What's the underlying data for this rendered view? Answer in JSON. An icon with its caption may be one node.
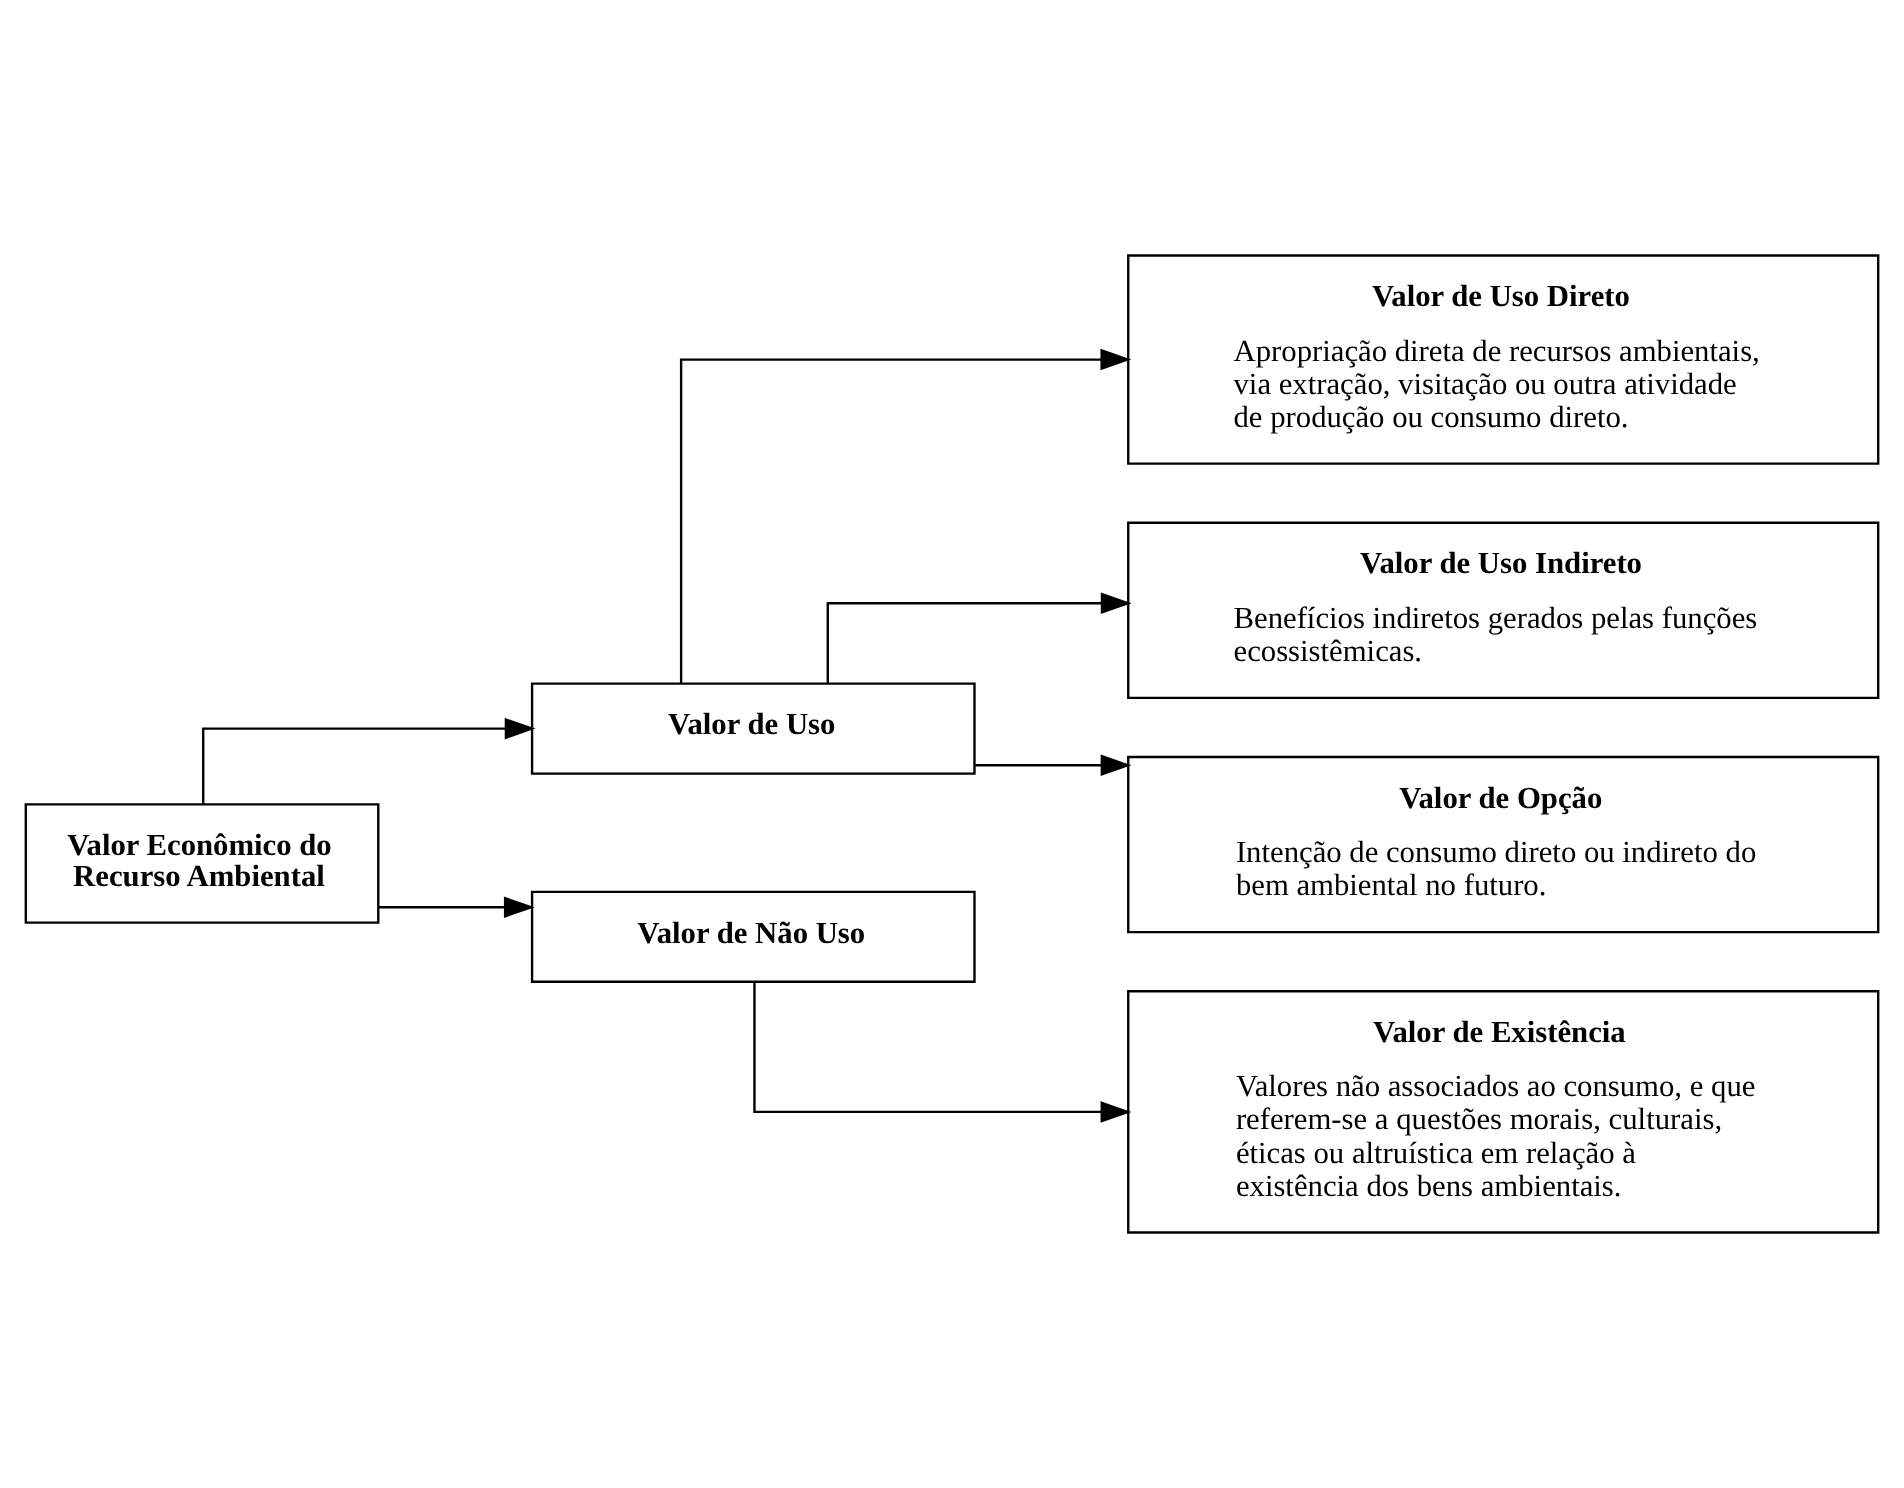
{
  "diagram": {
    "nodes": [
      {
        "text": [
          "Valor Econômico do Recurso Ambiental"
        ]
      },
      {
        "text": [
          "Valor de Uso"
        ]
      },
      {
        "text": [
          "Valor de Não Uso"
        ]
      },
      {
        "text": [
          "Valor de Uso Direto",
          "Apropriação direta de recursos ambientais, via extração, visitação ou outra atividade de produção ou consumo direto."
        ]
      },
      {
        "text": [
          "Valor de Uso Indireto",
          "Benefícios indiretos gerados pelas funções ecossistêmicas."
        ]
      },
      {
        "text": [
          "Valor de Opção",
          "Intenção de consumo direto ou indireto do bem ambiental no futuro."
        ]
      },
      {
        "text": [
          "Valor de Existência",
          "Valores não associados ao consumo, e que referem-se a questões morais, culturais, éticas ou altruística em relação à existência dos bens ambientais."
        ]
      }
    ],
    "edges": [
      {
        "from": 0,
        "to": 1,
        "arrow": "to"
      },
      {
        "from": 0,
        "to": 2,
        "arrow": "to"
      },
      {
        "from": 1,
        "to": 3,
        "arrow": "to"
      },
      {
        "from": 1,
        "to": 4,
        "arrow": "to"
      },
      {
        "from": 1,
        "to": 5,
        "arrow": "to"
      },
      {
        "from": 2,
        "to": 6,
        "arrow": "to"
      }
    ]
  }
}
